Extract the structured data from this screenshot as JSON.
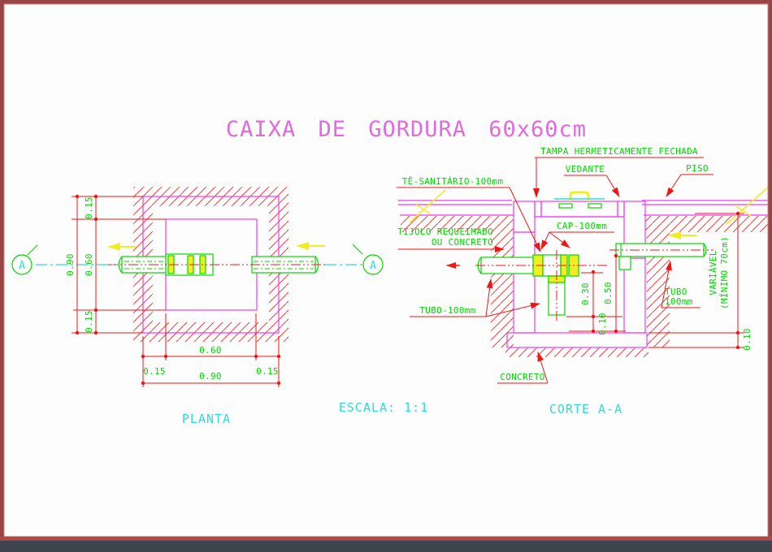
{
  "title": "CAIXA DE GORDURA 60x60cm",
  "views": {
    "plan_label": "PLANTA",
    "section_label": "CORTE A-A",
    "scale_label": "ESCALA: 1:1",
    "marker_letter": "A"
  },
  "annotations": {
    "tampa": "TAMPA HERMETICAMENTE FECHADA",
    "vedante": "VEDANTE",
    "piso": "PISO",
    "te_sanitario": "TÊ-SANITÁRIO-100mm",
    "tijolo_line1": "TIJOLO REQUEIMADO",
    "tijolo_line2": "OU CONCRETO",
    "cap": "CAP-100mm",
    "tubo_left": "TUBO-100mm",
    "tubo_right_line1": "TUBO",
    "tubo_right_line2": "100mm",
    "variavel_line1": "VARIÁVEL",
    "variavel_line2": "(MÍNIMO 70cm)",
    "concreto": "CONCRETO"
  },
  "dims": {
    "plan_left_total": "0.90",
    "plan_left_top": "0.15",
    "plan_left_mid": "0.60",
    "plan_left_bottom": "0.15",
    "plan_bottom_inner": "0.60",
    "plan_bottom_left": "0.15",
    "plan_bottom_total": "0.90",
    "plan_bottom_right": "0.15",
    "section_drop": "0.30",
    "section_depth": "0.50",
    "section_gap": "0.10",
    "section_base": "0.10"
  },
  "colors": {
    "bg": "#fefdfd",
    "magenta": "#ee3cee",
    "title": "#df6bdf",
    "red": "#ef1515",
    "green": "#00d900",
    "cyan": "#2bdcdc",
    "yellow": "#f0ee22",
    "hatch": "#ec4040",
    "brick": "#e01414",
    "stipple": "#dd0e0e",
    "dense": "#b00d0d",
    "frame": "#9a4545",
    "frameline": "#c98383",
    "bottombar": "#3e444d",
    "bottomline": "#b04848"
  }
}
